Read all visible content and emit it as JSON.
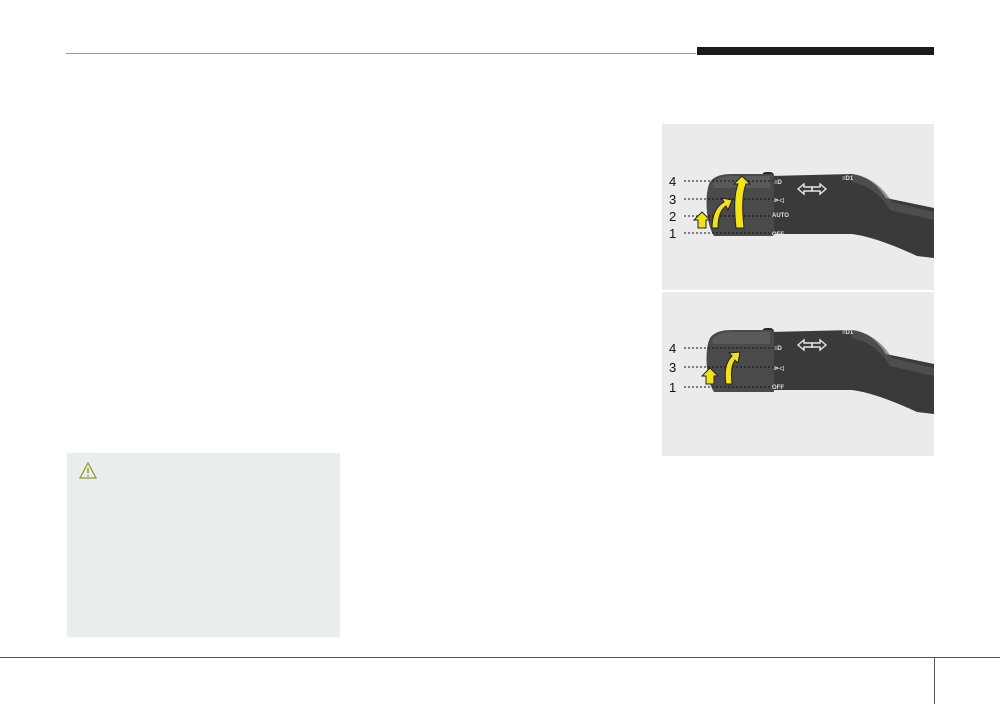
{
  "figure_top": {
    "labels": [
      "4",
      "3",
      "2",
      "1"
    ],
    "off_label": "OFF",
    "auto_label": "AUTO"
  },
  "figure_bottom": {
    "labels": [
      "4",
      "3",
      "1"
    ],
    "off_label": "OFF"
  },
  "caution": {
    "icon": "warning-triangle-icon"
  },
  "colors": {
    "arrow_fill": "#f2e21a",
    "caution_background": "#e8eeeb",
    "header_bar": "#1a1a1a"
  }
}
